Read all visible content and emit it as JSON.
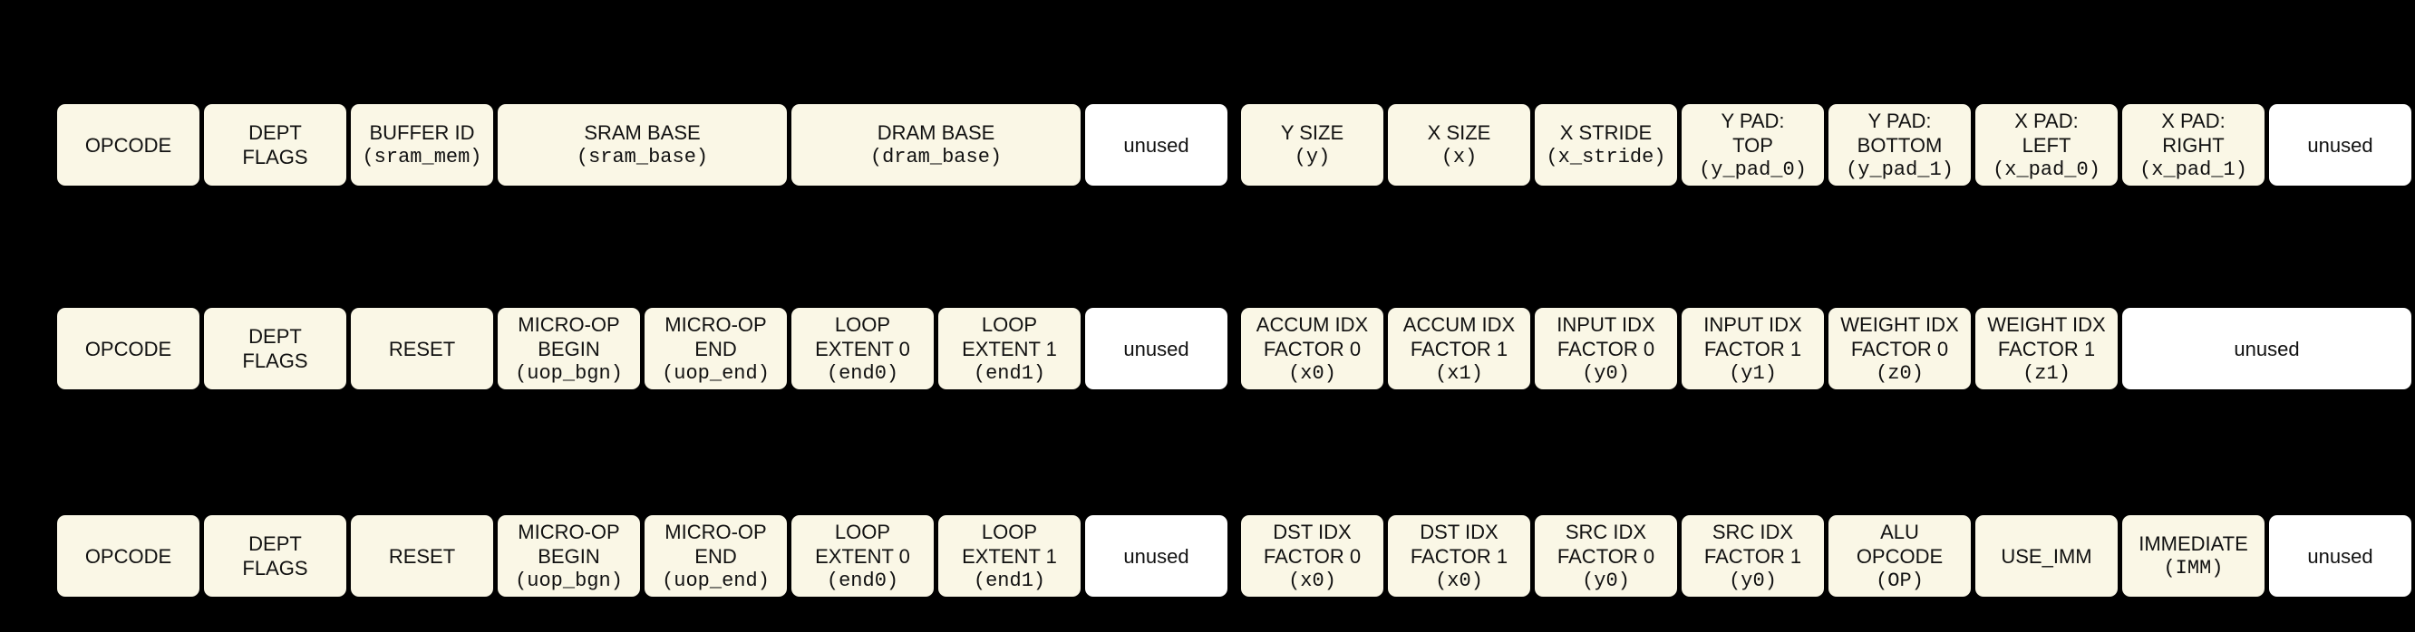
{
  "palette": {
    "background": "#000000",
    "field_fill": "#faf7e6",
    "unused_fill": "#ffffff",
    "text": "#111111"
  },
  "rows": [
    {
      "groups": [
        {
          "fields": [
            {
              "label": "OPCODE"
            },
            {
              "label": "DEPT\nFLAGS"
            },
            {
              "label": "BUFFER ID",
              "sub": "(sram_mem)"
            },
            {
              "label": "SRAM BASE",
              "sub": "(sram_base)",
              "span": 2
            },
            {
              "label": "DRAM BASE",
              "sub": "(dram_base)",
              "span": 2
            },
            {
              "label": "unused",
              "unused": true
            }
          ]
        },
        {
          "fields": [
            {
              "label": "Y SIZE",
              "sub": "(y)"
            },
            {
              "label": "X SIZE",
              "sub": "(x)"
            },
            {
              "label": "X STRIDE",
              "sub": "(x_stride)"
            },
            {
              "label": "Y PAD:\nTOP",
              "sub": "(y_pad_0)"
            },
            {
              "label": "Y PAD:\nBOTTOM",
              "sub": "(y_pad_1)"
            },
            {
              "label": "X PAD:\nLEFT",
              "sub": "(x_pad_0)"
            },
            {
              "label": "X PAD:\nRIGHT",
              "sub": "(x_pad_1)"
            },
            {
              "label": "unused",
              "unused": true
            }
          ]
        }
      ]
    },
    {
      "groups": [
        {
          "fields": [
            {
              "label": "OPCODE"
            },
            {
              "label": "DEPT\nFLAGS"
            },
            {
              "label": "RESET"
            },
            {
              "label": "MICRO-OP\nBEGIN",
              "sub": "(uop_bgn)"
            },
            {
              "label": "MICRO-OP\nEND",
              "sub": "(uop_end)"
            },
            {
              "label": "LOOP\nEXTENT 0",
              "sub": "(end0)"
            },
            {
              "label": "LOOP\nEXTENT 1",
              "sub": "(end1)"
            },
            {
              "label": "unused",
              "unused": true
            }
          ]
        },
        {
          "fields": [
            {
              "label": "ACCUM IDX\nFACTOR 0",
              "sub": "(x0)"
            },
            {
              "label": "ACCUM IDX\nFACTOR 1",
              "sub": "(x1)"
            },
            {
              "label": "INPUT IDX\nFACTOR 0",
              "sub": "(y0)"
            },
            {
              "label": "INPUT IDX\nFACTOR 1",
              "sub": "(y1)"
            },
            {
              "label": "WEIGHT IDX\nFACTOR 0",
              "sub": "(z0)"
            },
            {
              "label": "WEIGHT IDX\nFACTOR 1",
              "sub": "(z1)"
            },
            {
              "label": "unused",
              "unused": true,
              "span": 2
            }
          ]
        }
      ]
    },
    {
      "groups": [
        {
          "fields": [
            {
              "label": "OPCODE"
            },
            {
              "label": "DEPT\nFLAGS"
            },
            {
              "label": "RESET"
            },
            {
              "label": "MICRO-OP\nBEGIN",
              "sub": "(uop_bgn)"
            },
            {
              "label": "MICRO-OP\nEND",
              "sub": "(uop_end)"
            },
            {
              "label": "LOOP\nEXTENT 0",
              "sub": "(end0)"
            },
            {
              "label": "LOOP\nEXTENT 1",
              "sub": "(end1)"
            },
            {
              "label": "unused",
              "unused": true
            }
          ]
        },
        {
          "fields": [
            {
              "label": "DST IDX\nFACTOR 0",
              "sub": "(x0)"
            },
            {
              "label": "DST IDX\nFACTOR 1",
              "sub": "(x0)"
            },
            {
              "label": "SRC IDX\nFACTOR 0",
              "sub": "(y0)"
            },
            {
              "label": "SRC IDX\nFACTOR 1",
              "sub": "(y0)"
            },
            {
              "label": "ALU\nOPCODE",
              "sub": "(OP)"
            },
            {
              "label": "USE_IMM"
            },
            {
              "label": "IMMEDIATE",
              "sub": "(IMM)"
            },
            {
              "label": "unused",
              "unused": true
            }
          ]
        }
      ]
    }
  ]
}
